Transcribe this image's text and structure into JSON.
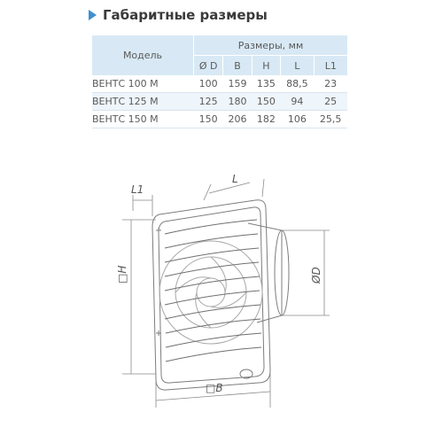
{
  "header": {
    "title": "Габаритные размеры"
  },
  "table": {
    "model_header": "Модель",
    "group_header": "Размеры, мм",
    "columns": [
      "Ø D",
      "B",
      "H",
      "L",
      "L1"
    ],
    "rows": [
      {
        "model": "ВЕНТС 100 М",
        "values": [
          "100",
          "159",
          "135",
          "88,5",
          "23"
        ]
      },
      {
        "model": "ВЕНТС 125 М",
        "values": [
          "125",
          "180",
          "150",
          "94",
          "25"
        ]
      },
      {
        "model": "ВЕНТС 150 М",
        "values": [
          "150",
          "206",
          "182",
          "106",
          "25,5"
        ]
      }
    ]
  },
  "drawing": {
    "labels": {
      "l1": "L1",
      "l": "L",
      "h": "□H",
      "b": "□B",
      "d": "ØD"
    }
  },
  "colors": {
    "accent": "#3f8fd0",
    "header_bg": "#d8e9f5",
    "alt_row_bg": "#eef5fb"
  }
}
